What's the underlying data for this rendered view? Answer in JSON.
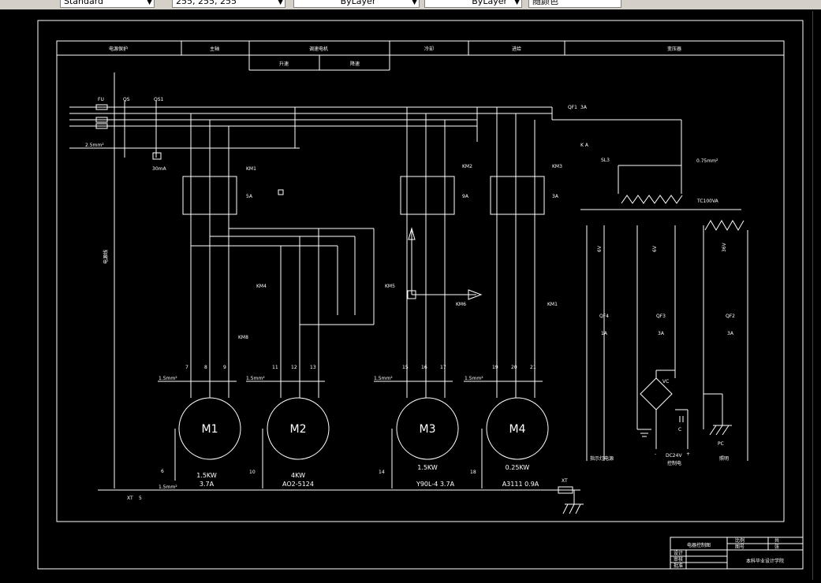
{
  "toolbar": {
    "style_box": "Standard",
    "color_box": "255, 255, 255",
    "linetype_box": "ByLayer",
    "lineweight_box": "ByLayer",
    "plot_box": "随颜色"
  },
  "header": {
    "power_protect": "电源保护",
    "main_motor": "主轴",
    "speed_change": "调速电机",
    "speed_up": "升速",
    "speed_down": "降速",
    "cooling": "冷却",
    "feed": "进给",
    "transformer": "变压器"
  },
  "labels": {
    "fu": "FU",
    "qs": "QS",
    "qs1": "QS1",
    "qf1": "QF1",
    "qf1_rating": "3A",
    "ka": "K A",
    "sl3": "SL3",
    "wire_25": "2.5mm²",
    "wire_075": "0.75mm²",
    "rcd": "30mA",
    "km1": "KM1",
    "km2": "KM2",
    "km3": "KM3",
    "km4": "KM4",
    "km5": "KM5",
    "km6": "KM6",
    "km1b": "KM1",
    "km8": "KM8",
    "fr5a": "5A",
    "fr9a": "9A",
    "fr3a": "3A",
    "transformer_rating": "TC100VA",
    "side_label": "电源线",
    "v1": "6V",
    "v2": "6V",
    "v3": "36V",
    "qf4": "QF4",
    "qf4_rating": "1A",
    "qf3": "QF3",
    "qf3_rating": "3A",
    "qf2": "QF2",
    "qf2_rating": "3A",
    "vc": "VC",
    "cap": "C",
    "dc24v": "DC24V",
    "dc24v_sub": "控制电",
    "work_light": "照明",
    "pc": "PC",
    "indicator": "指示灯电源",
    "minus": "-",
    "plus": "+",
    "wire_15a": "1.5mm²",
    "wire_15b": "1.5mm²",
    "wire_15c": "1.5mm²",
    "wire_15d": "1.5mm²",
    "wire_15e": "1.5mm²",
    "xt": "XT",
    "xt2": "XT",
    "n5": "5",
    "n6": "6",
    "n10": "10",
    "n14": "14",
    "n18": "18"
  },
  "terminals": {
    "m1": [
      "7",
      "8",
      "9"
    ],
    "m2": [
      "11",
      "12",
      "13"
    ],
    "m3": [
      "15",
      "16",
      "17"
    ],
    "m4": [
      "19",
      "20",
      "21"
    ]
  },
  "motors": [
    {
      "name": "M1",
      "power": "1.5KW",
      "current": "3.7A"
    },
    {
      "name": "M2",
      "power": "4KW",
      "current": "AO2-5124"
    },
    {
      "name": "M3",
      "power": "1.5KW",
      "current": "Y90L-4  3.7A"
    },
    {
      "name": "M4",
      "power": "0.25KW",
      "current": "A3111   0.9A"
    }
  ],
  "title_block": {
    "drawing_name": "电器控制图",
    "school": "本科毕业设计学院",
    "row1": "设计",
    "row2": "审核",
    "row3": "批准",
    "c1": "比例",
    "c2": "图号",
    "c3": "共",
    "c4": "张"
  }
}
